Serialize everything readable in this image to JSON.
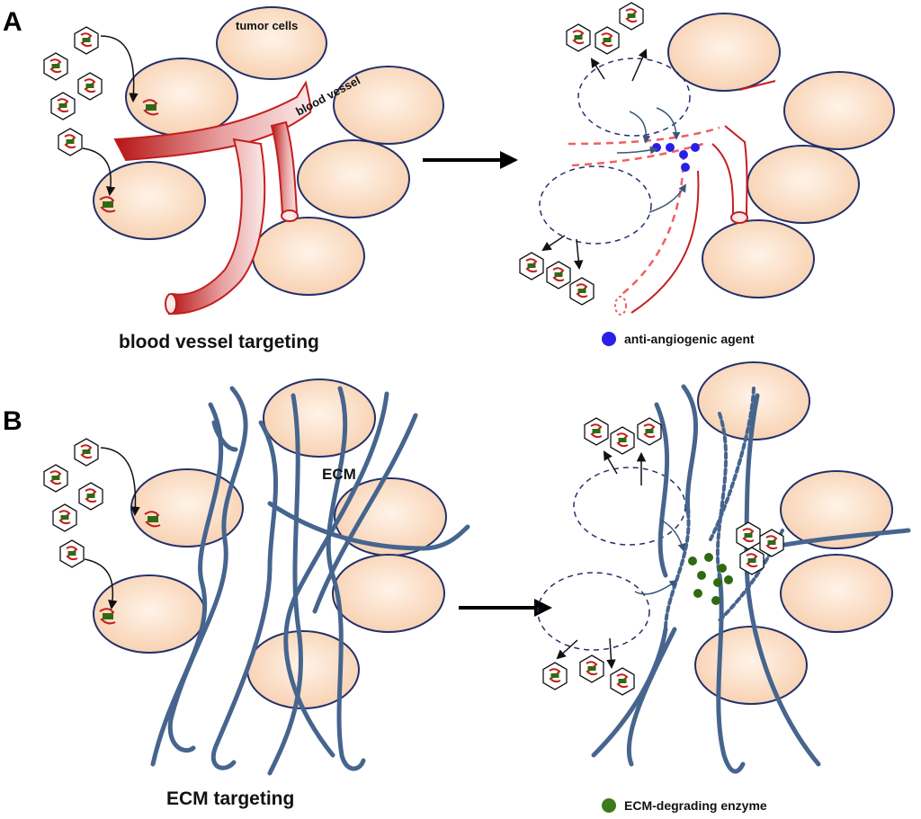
{
  "panels": [
    {
      "letter": "A",
      "labels": {
        "cells": "tumor cells",
        "vessel": "blood vessel"
      },
      "caption": "blood vessel targeting",
      "legend": {
        "label": "anti-angiogenic agent",
        "color": "#2a1fe8"
      }
    },
    {
      "letter": "B",
      "labels": {
        "matrix": "ECM"
      },
      "caption": "ECM targeting",
      "legend": {
        "label": "ECM-degrading enzyme",
        "color": "#3d7a1c"
      }
    }
  ],
  "colors": {
    "cell_fill": "#fbdcc4",
    "cell_stroke": "#22306b",
    "vessel": "#c41e1e",
    "ecm_fiber": "#46658e",
    "arrow": "#111111",
    "flow_arrow": "#3b5677",
    "nanoparticle_red": "#c41e1e",
    "nanoparticle_green": "#2f6a12"
  }
}
